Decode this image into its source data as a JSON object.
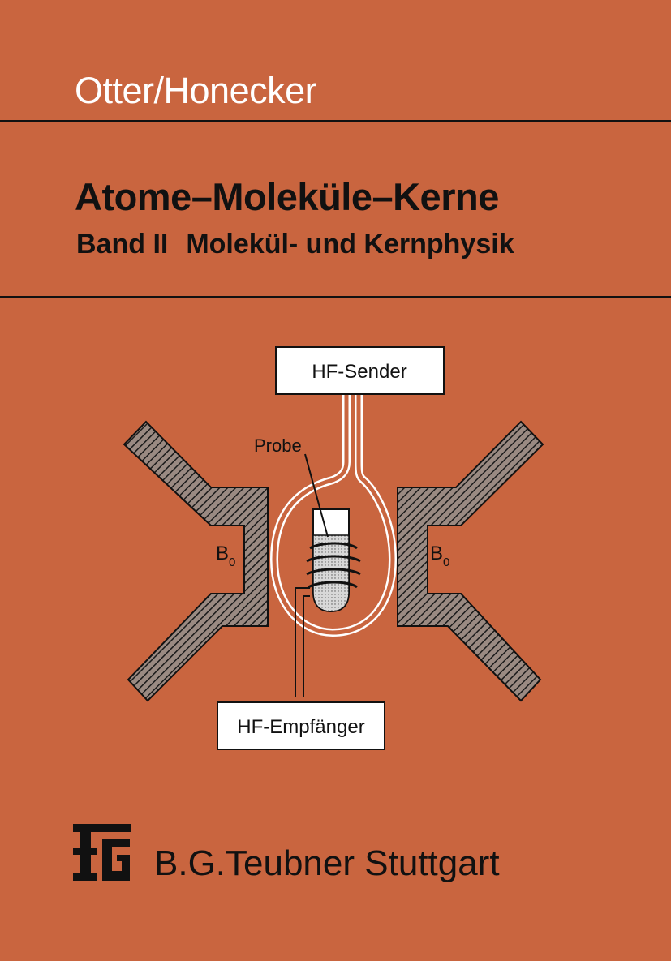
{
  "cover": {
    "authors": "Otter/Honecker",
    "title": "Atome–Moleküle–Kerne",
    "volume": "Band II",
    "subtitle": "Molekül- und Kernphysik",
    "publisher": "B.G.Teubner Stuttgart"
  },
  "diagram": {
    "sender_label": "HF-Sender",
    "receiver_label": "HF-Empfänger",
    "probe_label": "Probe",
    "field_symbol": "B",
    "field_subscript": "0"
  },
  "colors": {
    "background": "#c9653f",
    "ink": "#111111",
    "white": "#ffffff",
    "magnet_fill": "#8c7a72"
  },
  "icons": {
    "logo": "teubner-tg-logo"
  }
}
